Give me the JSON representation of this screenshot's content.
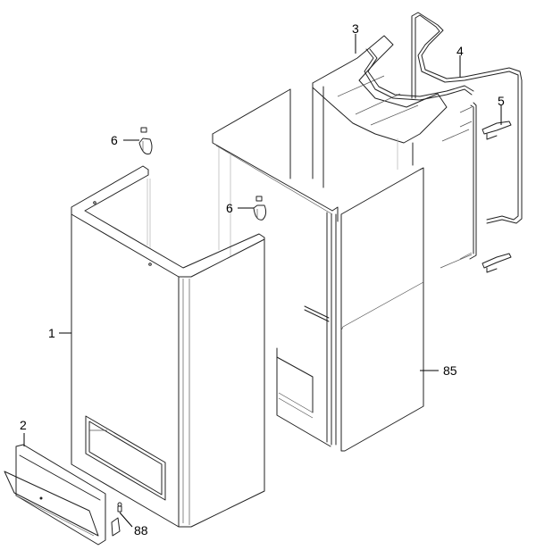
{
  "diagram": {
    "type": "exploded-parts-diagram",
    "callouts": [
      {
        "id": "1",
        "label": "1",
        "part": "front-cabinet-panel"
      },
      {
        "id": "2",
        "label": "2",
        "part": "lower-access-door"
      },
      {
        "id": "3",
        "label": "3",
        "part": "top-insulation-cover"
      },
      {
        "id": "4",
        "label": "4",
        "part": "bent-wire-frame"
      },
      {
        "id": "5",
        "label": "5",
        "part": "hinge-clip"
      },
      {
        "id": "6a",
        "label": "6",
        "part": "retaining-clip-upper"
      },
      {
        "id": "6b",
        "label": "6",
        "part": "retaining-clip-lower"
      },
      {
        "id": "85",
        "label": "85",
        "part": "side-panel"
      },
      {
        "id": "88",
        "label": "88",
        "part": "screw"
      }
    ],
    "line_color": "#222222",
    "background": "#ffffff"
  }
}
